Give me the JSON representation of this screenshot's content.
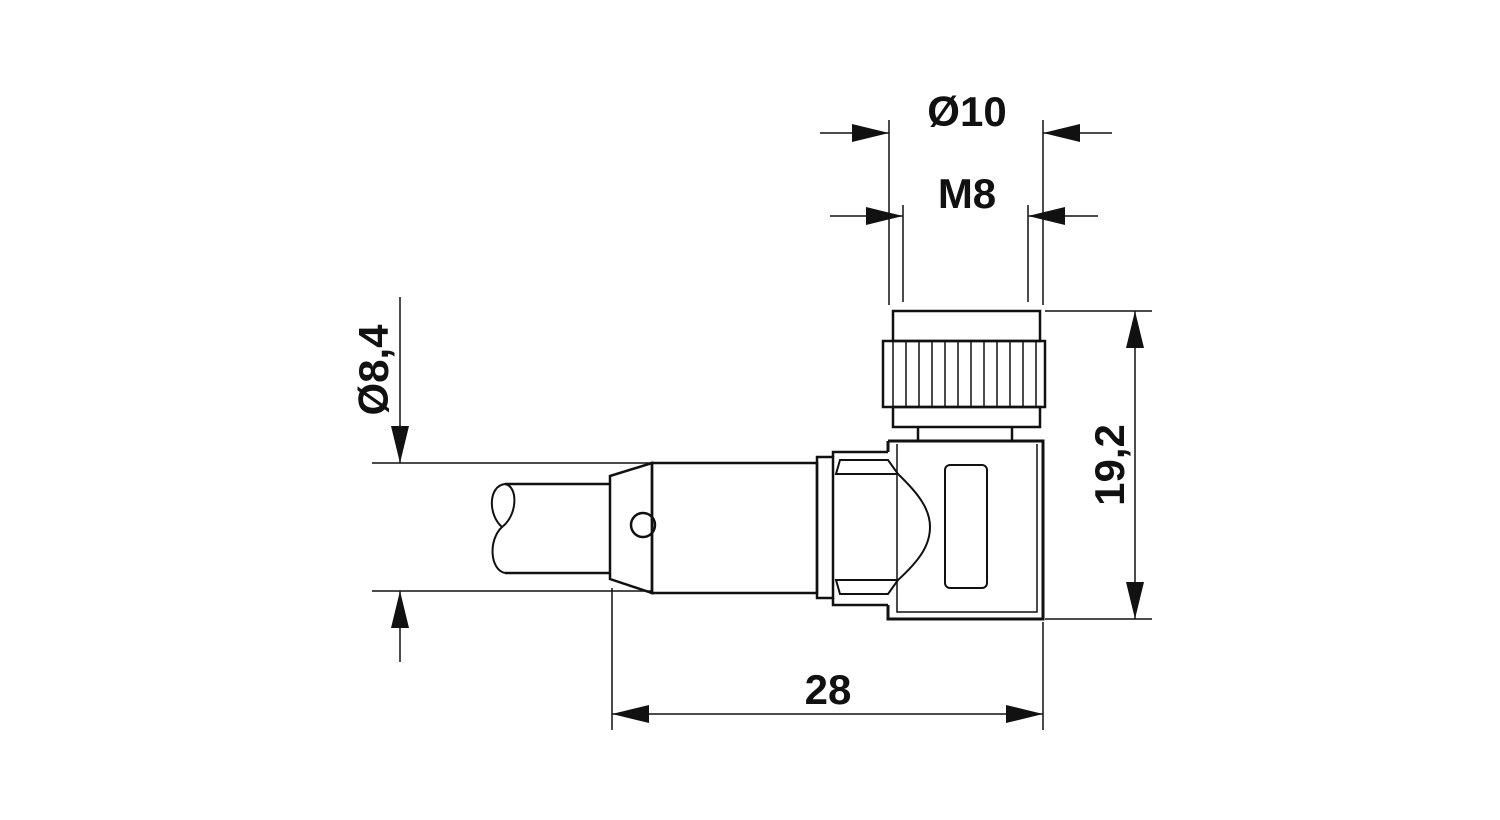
{
  "drawing": {
    "title": "Angled M8 connector dimension drawing",
    "dimensions": {
      "outer_diameter": "Ø10",
      "thread": "M8",
      "cable_diameter": "Ø8,4",
      "height": "19,2",
      "length": "28"
    },
    "colors": {
      "line": "#111111",
      "background": "#ffffff"
    }
  }
}
